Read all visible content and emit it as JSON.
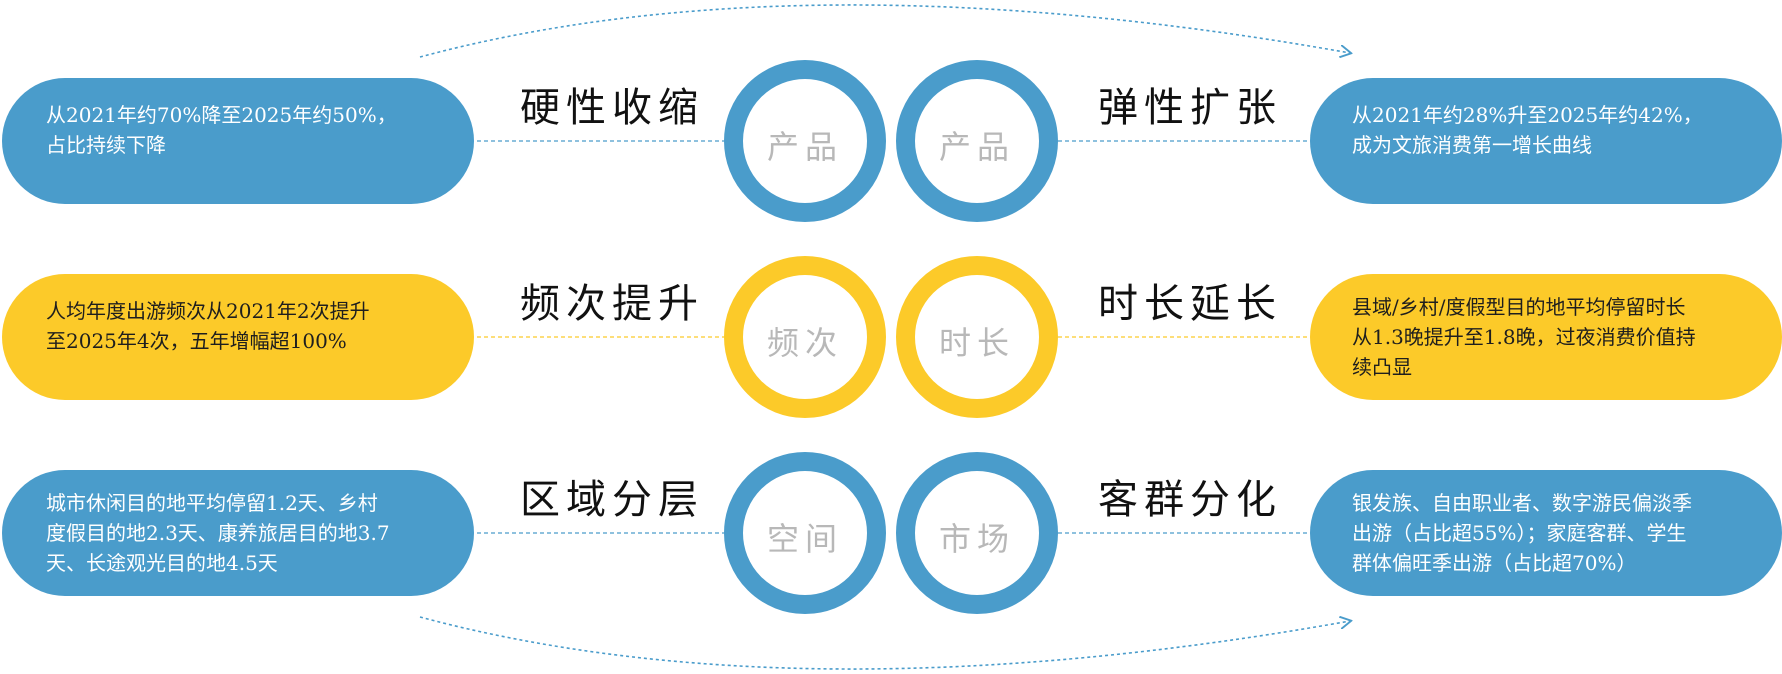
{
  "colors": {
    "blue": "#4a9ccb",
    "yellow": "#fcca29",
    "ring_text": "#b8b8b8"
  },
  "rows": [
    {
      "color": "blue",
      "left": {
        "circle": "产品",
        "heading": "硬性收缩",
        "lines": [
          "从2021年约70%降至2025年约50%，",
          "占比持续下降"
        ]
      },
      "right": {
        "circle": "产品",
        "heading": "弹性扩张",
        "lines": [
          "从2021年约28%升至2025年约42%，",
          "成为文旅消费第一增长曲线"
        ]
      }
    },
    {
      "color": "yellow",
      "left": {
        "circle": "频次",
        "heading": "频次提升",
        "lines": [
          "人均年度出游频次从2021年2次提升",
          "至2025年4次，五年增幅超100%"
        ]
      },
      "right": {
        "circle": "时长",
        "heading": "时长延长",
        "lines": [
          "县域/乡村/度假型目的地平均停留时长",
          "从1.3晚提升至1.8晚，过夜消费价值持",
          "续凸显"
        ]
      }
    },
    {
      "color": "blue",
      "left": {
        "circle": "空间",
        "heading": "区域分层",
        "lines": [
          "城市休闲目的地平均停留1.2天、乡村",
          "度假目的地2.3天、康养旅居目的地3.7",
          "天、长途观光目的地4.5天"
        ]
      },
      "right": {
        "circle": "市场",
        "heading": "客群分化",
        "lines": [
          "银发族、自由职业者、数字游民偏淡季",
          "出游（占比超55%）；家庭客群、学生",
          "群体偏旺季出游（占比超70%）"
        ]
      }
    }
  ]
}
